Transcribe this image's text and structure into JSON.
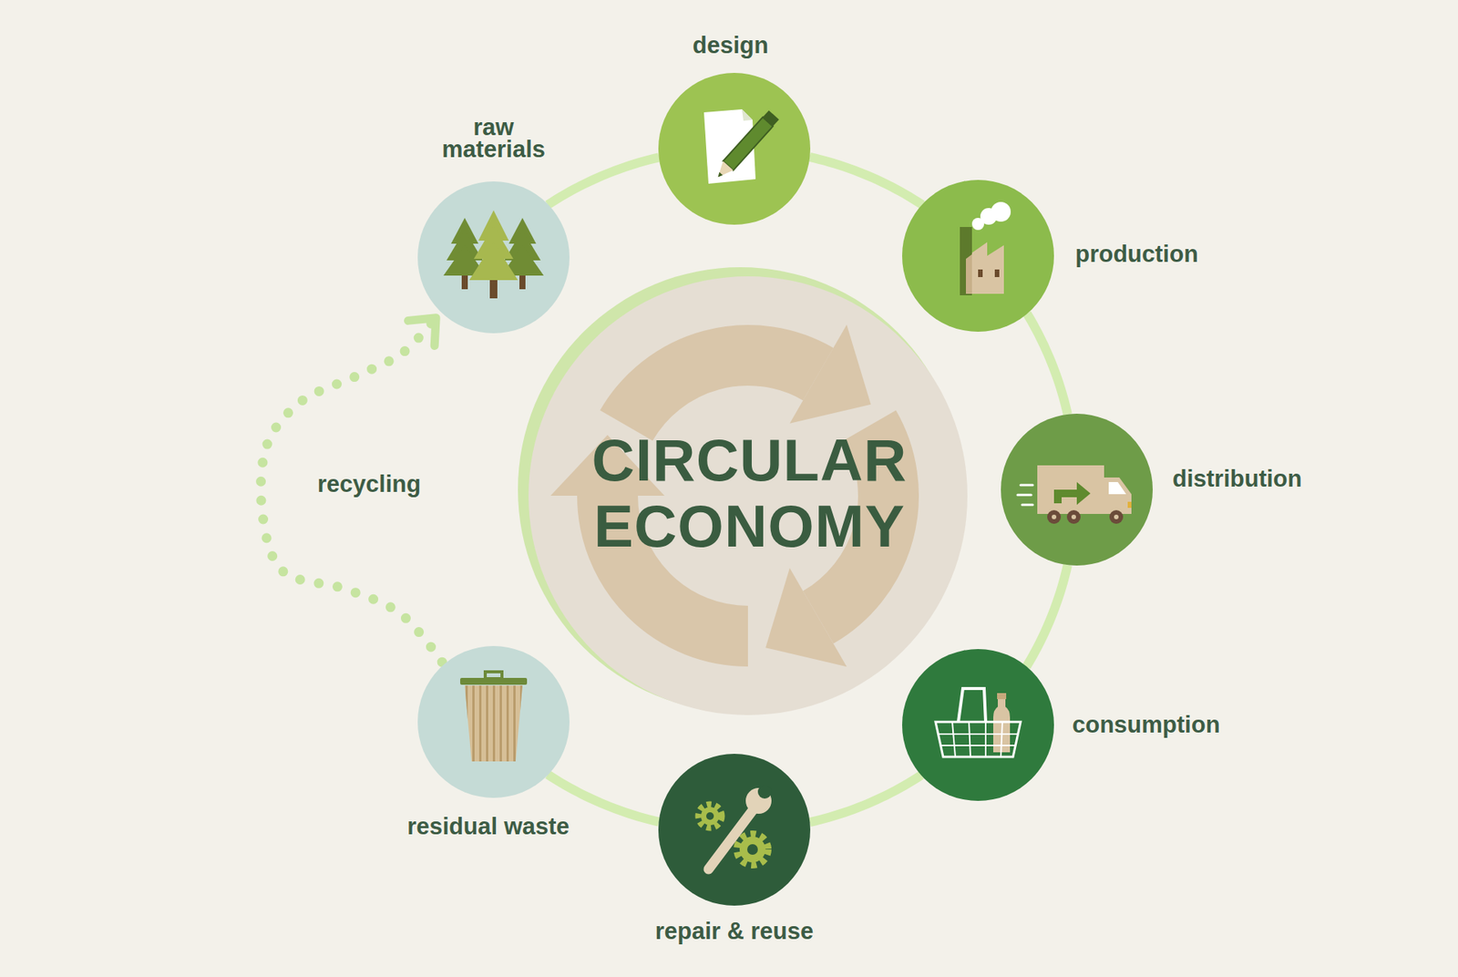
{
  "diagram": {
    "nodes": [
      {
        "text": [
          "CIRCULAR ECONOMY"
        ]
      },
      {
        "text": [
          "raw materials"
        ]
      },
      {
        "text": [
          "design"
        ]
      },
      {
        "text": [
          "production"
        ]
      },
      {
        "text": [
          "distribution"
        ]
      },
      {
        "text": [
          "consumption"
        ]
      },
      {
        "text": [
          "repair & reuse"
        ]
      },
      {
        "text": [
          "residual waste"
        ]
      }
    ],
    "edges": [
      {
        "from": 1,
        "to": 2,
        "arrow": "none"
      },
      {
        "from": 2,
        "to": 3,
        "arrow": "none"
      },
      {
        "from": 3,
        "to": 4,
        "arrow": "none"
      },
      {
        "from": 4,
        "to": 5,
        "arrow": "none"
      },
      {
        "from": 5,
        "to": 6,
        "arrow": "none"
      },
      {
        "from": 6,
        "to": 7,
        "arrow": "none"
      },
      {
        "from": 7,
        "to": 1,
        "label": "recycling",
        "arrow": "to"
      }
    ]
  }
}
